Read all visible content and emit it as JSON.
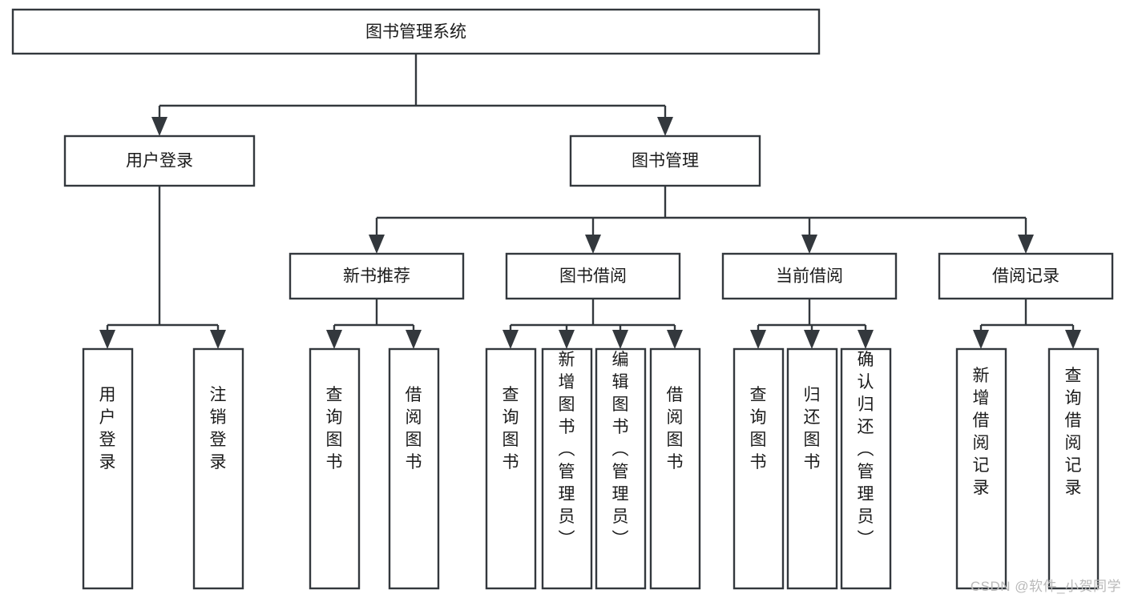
{
  "diagram": {
    "type": "tree",
    "title": "图书管理系统",
    "watermark": "CSDN @软件_小贺同学",
    "colors": {
      "stroke": "#33383d",
      "fill": "#ffffff",
      "text": "#1b1b1b",
      "watermark": "#b9b9b9"
    },
    "levels": {
      "root": {
        "label": "图书管理系统"
      },
      "level2": [
        {
          "id": "user-login",
          "label": "用户登录"
        },
        {
          "id": "book-manage",
          "label": "图书管理"
        }
      ],
      "level3": [
        {
          "id": "new-book-rec",
          "label": "新书推荐",
          "parent": "book-manage"
        },
        {
          "id": "book-borrow",
          "label": "图书借阅",
          "parent": "book-manage"
        },
        {
          "id": "current-borrow",
          "label": "当前借阅",
          "parent": "book-manage"
        },
        {
          "id": "borrow-record",
          "label": "借阅记录",
          "parent": "book-manage"
        }
      ],
      "leaves": [
        {
          "id": "leaf-user-login",
          "label": "用户登录",
          "parent": "user-login"
        },
        {
          "id": "leaf-logout",
          "label": "注销登录",
          "parent": "user-login"
        },
        {
          "id": "leaf-query-book-1",
          "label": "查询图书",
          "parent": "new-book-rec"
        },
        {
          "id": "leaf-borrow-book-1",
          "label": "借阅图书",
          "parent": "new-book-rec"
        },
        {
          "id": "leaf-query-book-2",
          "label": "查询图书",
          "parent": "book-borrow"
        },
        {
          "id": "leaf-add-book",
          "label": "新增图书（管理员）",
          "parent": "book-borrow"
        },
        {
          "id": "leaf-edit-book",
          "label": "编辑图书（管理员）",
          "parent": "book-borrow"
        },
        {
          "id": "leaf-borrow-book-2",
          "label": "借阅图书",
          "parent": "book-borrow"
        },
        {
          "id": "leaf-query-book-3",
          "label": "查询图书",
          "parent": "current-borrow"
        },
        {
          "id": "leaf-return-book",
          "label": "归还图书",
          "parent": "current-borrow"
        },
        {
          "id": "leaf-confirm-return",
          "label": "确认归还（管理员）",
          "parent": "current-borrow"
        },
        {
          "id": "leaf-add-record",
          "label": "新增借阅记录",
          "parent": "borrow-record"
        },
        {
          "id": "leaf-query-record",
          "label": "查询借阅记录",
          "parent": "borrow-record"
        }
      ]
    }
  }
}
